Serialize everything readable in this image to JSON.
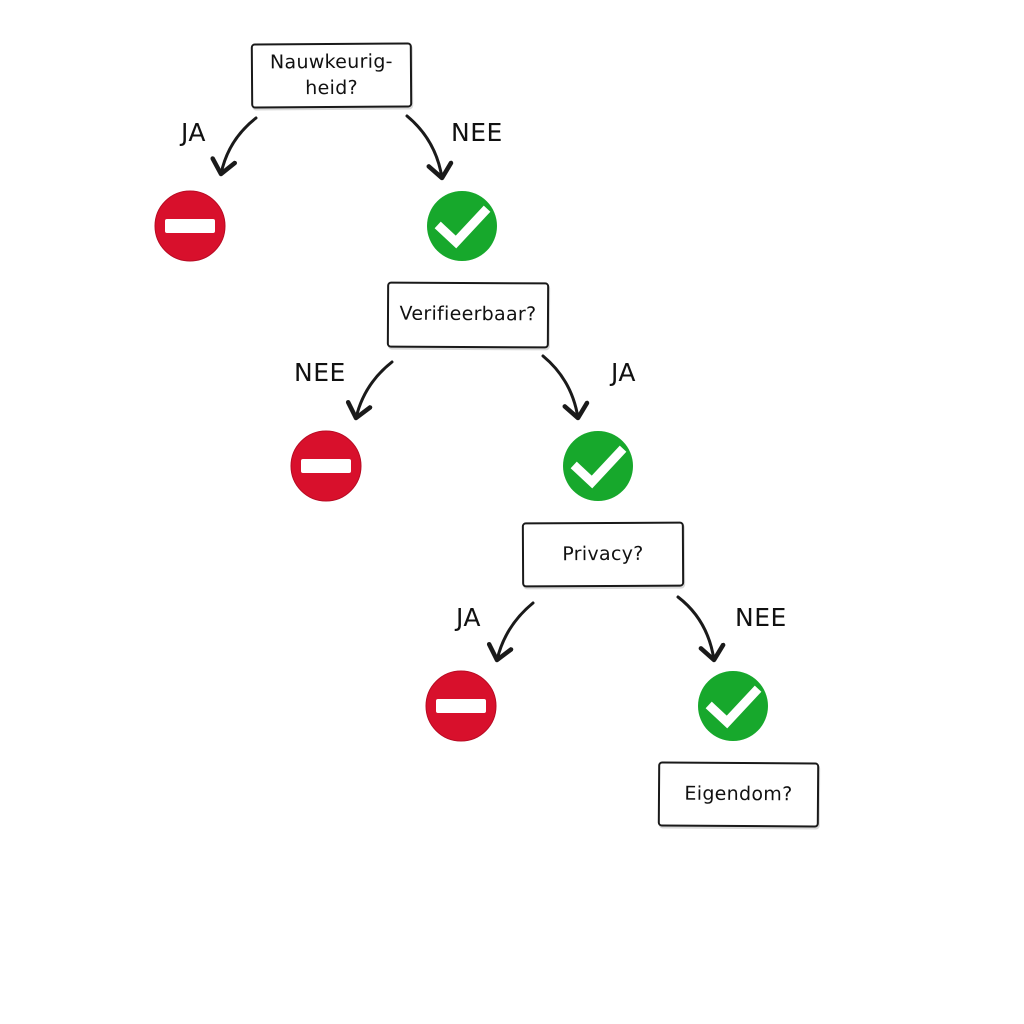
{
  "questions": [
    {
      "text": "Nauwkeurig-\nheid?"
    },
    {
      "text": "Verifieerbaar?"
    },
    {
      "text": "Privacy?"
    },
    {
      "text": "Eigendom?"
    }
  ],
  "branches": {
    "q1": {
      "left": "JA",
      "right": "NEE"
    },
    "q2": {
      "left": "NEE",
      "right": "JA"
    },
    "q3": {
      "left": "JA",
      "right": "NEE"
    }
  },
  "icons": {
    "stop": "no-entry-icon",
    "ok": "checkmark-icon"
  },
  "colors": {
    "stop": "#d8102c",
    "ok": "#17a82c",
    "line": "#1a1a1a"
  }
}
